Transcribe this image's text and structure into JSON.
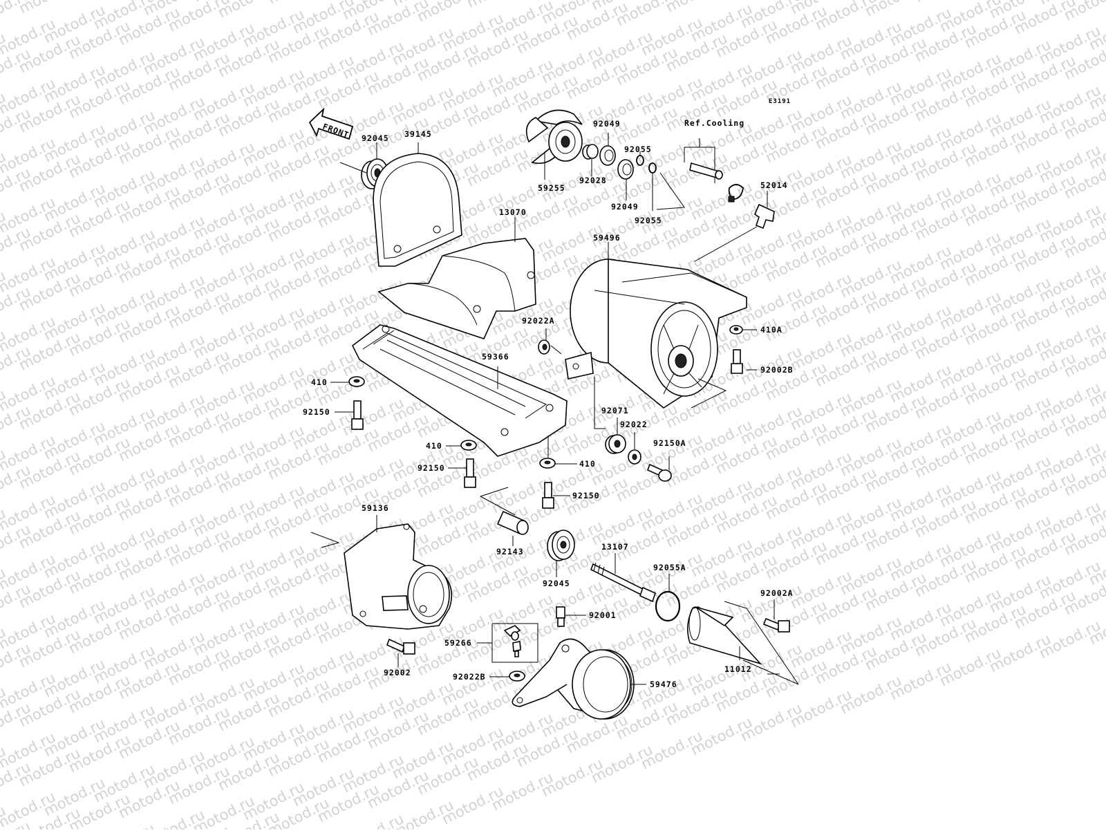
{
  "diagram": {
    "code": "E3191",
    "front_label": "FRONT",
    "ref_label": "Ref.Cooling",
    "watermark": "motod.ru",
    "labels": {
      "p92045_top": "92045",
      "p39145": "39145",
      "p59255": "59255",
      "p92028": "92028",
      "p92049_top": "92049",
      "p92049_bot": "92049",
      "p92055_top": "92055",
      "p92055_bot": "92055",
      "p52014": "52014",
      "p13070": "13070",
      "p59496": "59496",
      "p92022A": "92022A",
      "p410A": "410A",
      "p92002B": "92002B",
      "p59366": "59366",
      "p410_left": "410",
      "p92150_left": "92150",
      "p410_mid": "410",
      "p92150_mid": "92150",
      "p410_right": "410",
      "p92071": "92071",
      "p92022": "92022",
      "p92150A": "92150A",
      "p92150_right": "92150",
      "p59136": "59136",
      "p92143": "92143",
      "p92045_bot": "92045",
      "p13107": "13107",
      "p92055A": "92055A",
      "p92002A": "92002A",
      "p92001": "92001",
      "p59266": "59266",
      "p92002": "92002",
      "p92022B": "92022B",
      "p11012": "11012",
      "p59476": "59476"
    }
  }
}
